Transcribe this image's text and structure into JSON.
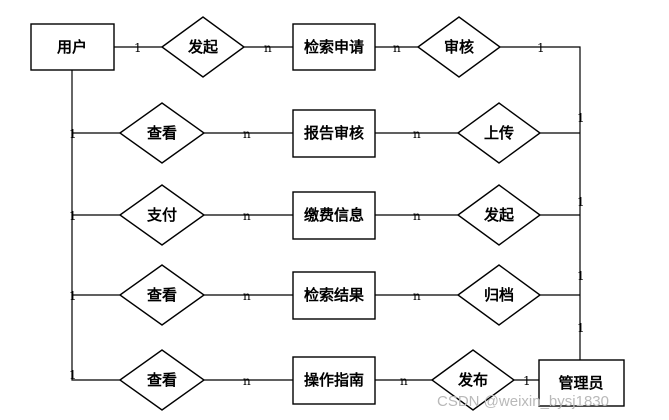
{
  "entities": {
    "user": "用户",
    "search_request": "检索申请",
    "report_review": "报告审核",
    "payment_info": "缴费信息",
    "search_result": "检索结果",
    "operation_guide": "操作指南",
    "admin": "管理员"
  },
  "relations": {
    "initiate_top": "发起",
    "review": "审核",
    "view_report": "查看",
    "upload": "上传",
    "pay": "支付",
    "initiate_payment": "发起",
    "view_result": "查看",
    "archive": "归档",
    "view_guide": "查看",
    "publish": "发布"
  },
  "cardinality": {
    "one": "1",
    "many": "n"
  },
  "watermark": "CSDN @weixin_bysj1830"
}
